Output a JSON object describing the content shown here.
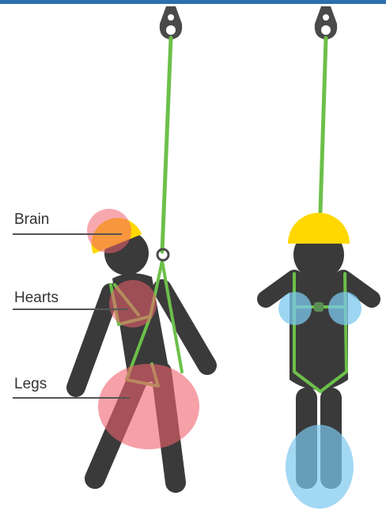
{
  "labels": {
    "brain": "Brain",
    "hearts": "Hearts",
    "legs": "Legs"
  },
  "colors": {
    "top_bar": "#2f6fad",
    "body": "#3a3a3a",
    "helmet": "#ffd800",
    "harness": "#6cc04a",
    "danger_zone": "#f0606e",
    "safe_zone": "#7cc8ee",
    "hardware": "#4a4a4a"
  }
}
